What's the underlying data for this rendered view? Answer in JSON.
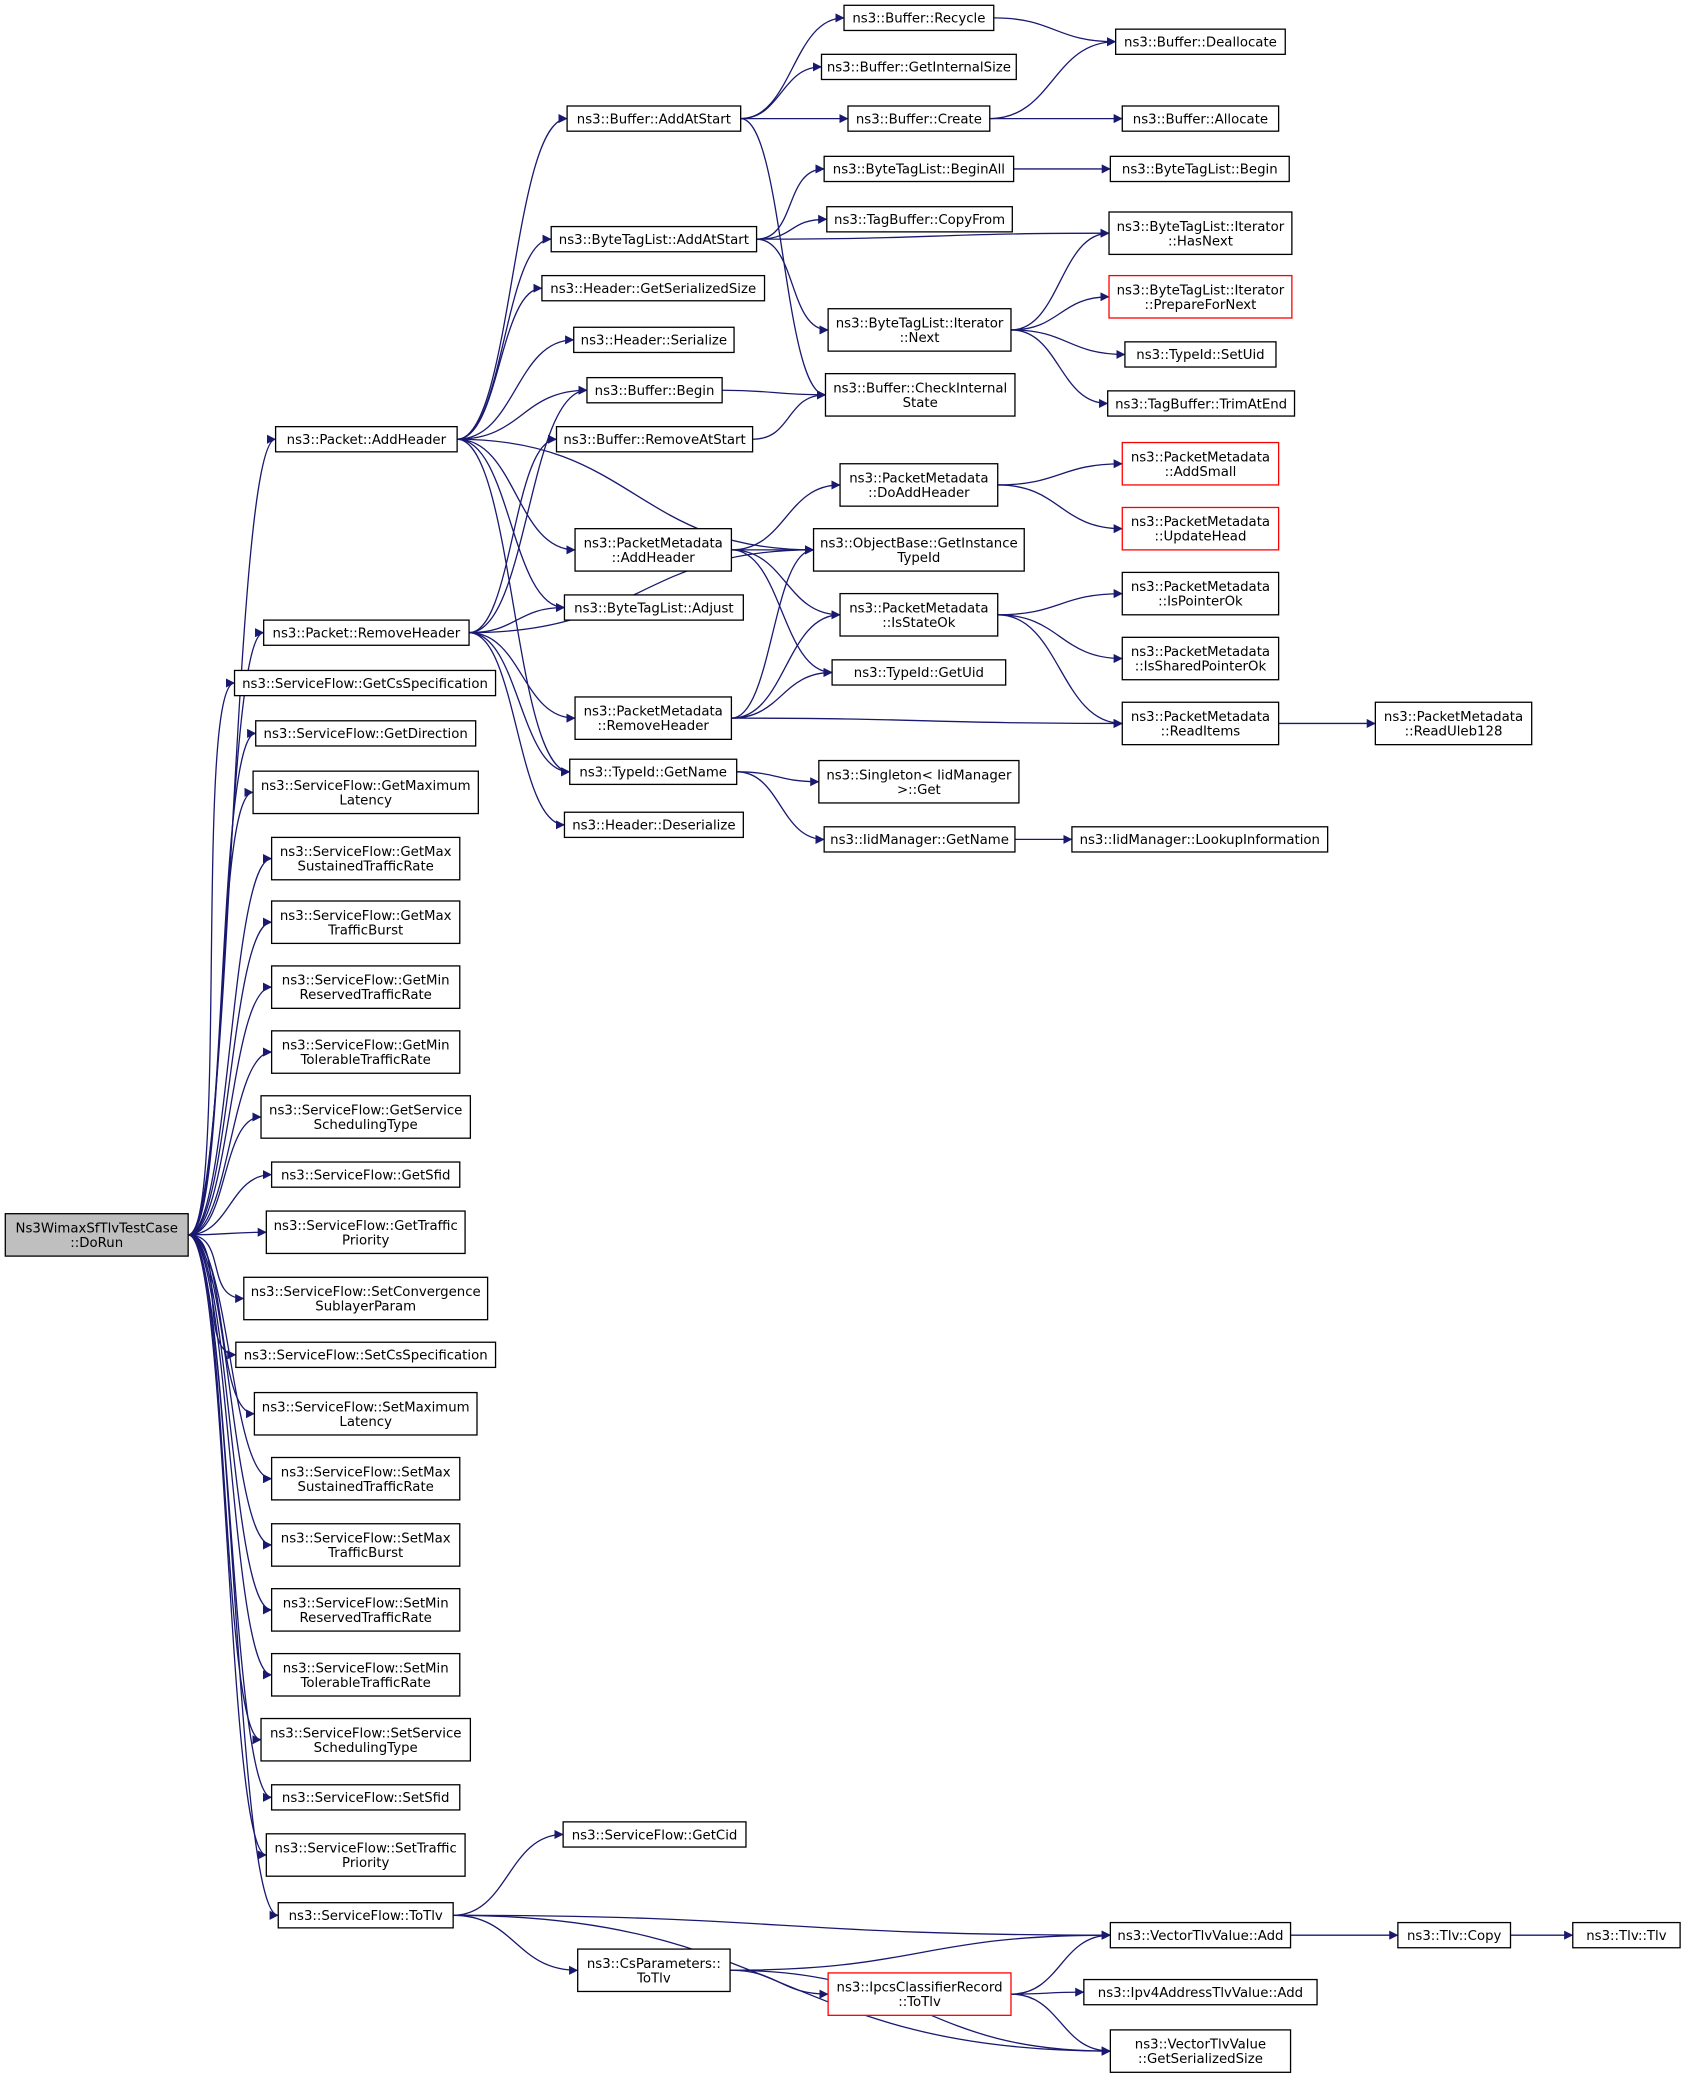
{
  "diagram": {
    "title": "",
    "colors": {
      "edge": "#191970",
      "node_border": "#000000",
      "node_border_incomplete": "#ff0000",
      "root_fill": "#bfbfbf",
      "node_fill": "#ffffff"
    },
    "nodes": [
      {
        "id": "root",
        "lines": [
          "Ns3WimaxSfTlvTestCase",
          "::DoRun"
        ],
        "style": "root"
      },
      {
        "id": "pkt_addheader",
        "lines": [
          "ns3::Packet::AddHeader"
        ]
      },
      {
        "id": "pkt_removeheader",
        "lines": [
          "ns3::Packet::RemoveHeader"
        ]
      },
      {
        "id": "sf_getcsspec",
        "lines": [
          "ns3::ServiceFlow::GetCsSpecification"
        ]
      },
      {
        "id": "sf_getdirection",
        "lines": [
          "ns3::ServiceFlow::GetDirection"
        ]
      },
      {
        "id": "sf_getmaxlat",
        "lines": [
          "ns3::ServiceFlow::GetMaximum",
          "Latency"
        ]
      },
      {
        "id": "sf_getmaxsus",
        "lines": [
          "ns3::ServiceFlow::GetMax",
          "SustainedTrafficRate"
        ]
      },
      {
        "id": "sf_getmaxburst",
        "lines": [
          "ns3::ServiceFlow::GetMax",
          "TrafficBurst"
        ]
      },
      {
        "id": "sf_getminres",
        "lines": [
          "ns3::ServiceFlow::GetMin",
          "ReservedTrafficRate"
        ]
      },
      {
        "id": "sf_getmintol",
        "lines": [
          "ns3::ServiceFlow::GetMin",
          "TolerableTrafficRate"
        ]
      },
      {
        "id": "sf_getsched",
        "lines": [
          "ns3::ServiceFlow::GetService",
          "SchedulingType"
        ]
      },
      {
        "id": "sf_getsfid",
        "lines": [
          "ns3::ServiceFlow::GetSfid"
        ]
      },
      {
        "id": "sf_getprio",
        "lines": [
          "ns3::ServiceFlow::GetTraffic",
          "Priority"
        ]
      },
      {
        "id": "sf_setconv",
        "lines": [
          "ns3::ServiceFlow::SetConvergence",
          "SublayerParam"
        ]
      },
      {
        "id": "sf_setcsspec",
        "lines": [
          "ns3::ServiceFlow::SetCsSpecification"
        ]
      },
      {
        "id": "sf_setmaxlat",
        "lines": [
          "ns3::ServiceFlow::SetMaximum",
          "Latency"
        ]
      },
      {
        "id": "sf_setmaxsus",
        "lines": [
          "ns3::ServiceFlow::SetMax",
          "SustainedTrafficRate"
        ]
      },
      {
        "id": "sf_setmaxburst",
        "lines": [
          "ns3::ServiceFlow::SetMax",
          "TrafficBurst"
        ]
      },
      {
        "id": "sf_setminres",
        "lines": [
          "ns3::ServiceFlow::SetMin",
          "ReservedTrafficRate"
        ]
      },
      {
        "id": "sf_setmintol",
        "lines": [
          "ns3::ServiceFlow::SetMin",
          "TolerableTrafficRate"
        ]
      },
      {
        "id": "sf_setsched",
        "lines": [
          "ns3::ServiceFlow::SetService",
          "SchedulingType"
        ]
      },
      {
        "id": "sf_setsfid",
        "lines": [
          "ns3::ServiceFlow::SetSfid"
        ]
      },
      {
        "id": "sf_setprio",
        "lines": [
          "ns3::ServiceFlow::SetTraffic",
          "Priority"
        ]
      },
      {
        "id": "sf_totlv",
        "lines": [
          "ns3::ServiceFlow::ToTlv"
        ]
      },
      {
        "id": "buf_addatstart",
        "lines": [
          "ns3::Buffer::AddAtStart"
        ]
      },
      {
        "id": "btl_addatstart",
        "lines": [
          "ns3::ByteTagList::AddAtStart"
        ]
      },
      {
        "id": "hdr_getsersize",
        "lines": [
          "ns3::Header::GetSerializedSize"
        ]
      },
      {
        "id": "hdr_serialize",
        "lines": [
          "ns3::Header::Serialize"
        ]
      },
      {
        "id": "buf_begin",
        "lines": [
          "ns3::Buffer::Begin"
        ]
      },
      {
        "id": "buf_removeatstart",
        "lines": [
          "ns3::Buffer::RemoveAtStart"
        ]
      },
      {
        "id": "pm_addheader",
        "lines": [
          "ns3::PacketMetadata",
          "::AddHeader"
        ]
      },
      {
        "id": "btl_adjust",
        "lines": [
          "ns3::ByteTagList::Adjust"
        ]
      },
      {
        "id": "pm_removeheader",
        "lines": [
          "ns3::PacketMetadata",
          "::RemoveHeader"
        ]
      },
      {
        "id": "typeid_getname",
        "lines": [
          "ns3::TypeId::GetName"
        ]
      },
      {
        "id": "hdr_deserialize",
        "lines": [
          "ns3::Header::Deserialize"
        ]
      },
      {
        "id": "sf_getcid",
        "lines": [
          "ns3::ServiceFlow::GetCid"
        ]
      },
      {
        "id": "csp_totlv",
        "lines": [
          "ns3::CsParameters::",
          "ToTlv"
        ]
      },
      {
        "id": "buf_recycle",
        "lines": [
          "ns3::Buffer::Recycle"
        ]
      },
      {
        "id": "buf_getinternalsize",
        "lines": [
          "ns3::Buffer::GetInternalSize"
        ]
      },
      {
        "id": "buf_create",
        "lines": [
          "ns3::Buffer::Create"
        ]
      },
      {
        "id": "btl_beginall",
        "lines": [
          "ns3::ByteTagList::BeginAll"
        ]
      },
      {
        "id": "tagbuf_copyfrom",
        "lines": [
          "ns3::TagBuffer::CopyFrom"
        ]
      },
      {
        "id": "btli_next",
        "lines": [
          "ns3::ByteTagList::Iterator",
          "::Next"
        ]
      },
      {
        "id": "buf_checkinternal",
        "lines": [
          "ns3::Buffer::CheckInternal",
          "State"
        ]
      },
      {
        "id": "pm_doaddheader",
        "lines": [
          "ns3::PacketMetadata",
          "::DoAddHeader"
        ]
      },
      {
        "id": "ob_getinstancetypeid",
        "lines": [
          "ns3::ObjectBase::GetInstance",
          "TypeId"
        ]
      },
      {
        "id": "pm_isstateok",
        "lines": [
          "ns3::PacketMetadata",
          "::IsStateOk"
        ]
      },
      {
        "id": "typeid_getuid",
        "lines": [
          "ns3::TypeId::GetUid"
        ]
      },
      {
        "id": "singleton_get",
        "lines": [
          "ns3::Singleton< IidManager",
          ">::Get"
        ]
      },
      {
        "id": "iid_getname",
        "lines": [
          "ns3::IidManager::GetName"
        ]
      },
      {
        "id": "ipcs_totlv",
        "lines": [
          "ns3::IpcsClassifierRecord",
          "::ToTlv"
        ],
        "style": "red"
      },
      {
        "id": "buf_deallocate",
        "lines": [
          "ns3::Buffer::Deallocate"
        ]
      },
      {
        "id": "buf_allocate",
        "lines": [
          "ns3::Buffer::Allocate"
        ]
      },
      {
        "id": "btl_begin",
        "lines": [
          "ns3::ByteTagList::Begin"
        ]
      },
      {
        "id": "btli_hasnext",
        "lines": [
          "ns3::ByteTagList::Iterator",
          "::HasNext"
        ]
      },
      {
        "id": "btli_preparefornext",
        "lines": [
          "ns3::ByteTagList::Iterator",
          "::PrepareForNext"
        ],
        "style": "red"
      },
      {
        "id": "typeid_setuid",
        "lines": [
          "ns3::TypeId::SetUid"
        ]
      },
      {
        "id": "tagbuf_trimatend",
        "lines": [
          "ns3::TagBuffer::TrimAtEnd"
        ]
      },
      {
        "id": "pm_addsmall",
        "lines": [
          "ns3::PacketMetadata",
          "::AddSmall"
        ],
        "style": "red"
      },
      {
        "id": "pm_updatehead",
        "lines": [
          "ns3::PacketMetadata",
          "::UpdateHead"
        ],
        "style": "red"
      },
      {
        "id": "pm_ispointerok",
        "lines": [
          "ns3::PacketMetadata",
          "::IsPointerOk"
        ]
      },
      {
        "id": "pm_issharedpointerok",
        "lines": [
          "ns3::PacketMetadata",
          "::IsSharedPointerOk"
        ]
      },
      {
        "id": "pm_readitems",
        "lines": [
          "ns3::PacketMetadata",
          "::ReadItems"
        ]
      },
      {
        "id": "iid_lookupinfo",
        "lines": [
          "ns3::IidManager::LookupInformation"
        ]
      },
      {
        "id": "vtlv_add",
        "lines": [
          "ns3::VectorTlvValue::Add"
        ]
      },
      {
        "id": "ipv4tlv_add",
        "lines": [
          "ns3::Ipv4AddressTlvValue::Add"
        ]
      },
      {
        "id": "vtlv_getsersize",
        "lines": [
          "ns3::VectorTlvValue",
          "::GetSerializedSize"
        ]
      },
      {
        "id": "pm_readuleb128",
        "lines": [
          "ns3::PacketMetadata",
          "::ReadUleb128"
        ]
      },
      {
        "id": "tlv_copy",
        "lines": [
          "ns3::Tlv::Copy"
        ]
      },
      {
        "id": "tlv_tlv",
        "lines": [
          "ns3::Tlv::Tlv"
        ]
      }
    ],
    "edges": [
      [
        "root",
        "pkt_addheader"
      ],
      [
        "root",
        "pkt_removeheader"
      ],
      [
        "root",
        "sf_getcsspec"
      ],
      [
        "root",
        "sf_getdirection"
      ],
      [
        "root",
        "sf_getmaxlat"
      ],
      [
        "root",
        "sf_getmaxsus"
      ],
      [
        "root",
        "sf_getmaxburst"
      ],
      [
        "root",
        "sf_getminres"
      ],
      [
        "root",
        "sf_getmintol"
      ],
      [
        "root",
        "sf_getsched"
      ],
      [
        "root",
        "sf_getsfid"
      ],
      [
        "root",
        "sf_getprio"
      ],
      [
        "root",
        "sf_setconv"
      ],
      [
        "root",
        "sf_setcsspec"
      ],
      [
        "root",
        "sf_setmaxlat"
      ],
      [
        "root",
        "sf_setmaxsus"
      ],
      [
        "root",
        "sf_setmaxburst"
      ],
      [
        "root",
        "sf_setminres"
      ],
      [
        "root",
        "sf_setmintol"
      ],
      [
        "root",
        "sf_setsched"
      ],
      [
        "root",
        "sf_setsfid"
      ],
      [
        "root",
        "sf_setprio"
      ],
      [
        "root",
        "sf_totlv"
      ],
      [
        "pkt_addheader",
        "buf_addatstart"
      ],
      [
        "pkt_addheader",
        "btl_addatstart"
      ],
      [
        "pkt_addheader",
        "hdr_getsersize"
      ],
      [
        "pkt_addheader",
        "hdr_serialize"
      ],
      [
        "pkt_addheader",
        "buf_begin"
      ],
      [
        "pkt_addheader",
        "pm_addheader"
      ],
      [
        "pkt_addheader",
        "btl_adjust"
      ],
      [
        "pkt_addheader",
        "ob_getinstancetypeid"
      ],
      [
        "pkt_addheader",
        "typeid_getname"
      ],
      [
        "pkt_removeheader",
        "buf_begin"
      ],
      [
        "pkt_removeheader",
        "buf_removeatstart"
      ],
      [
        "pkt_removeheader",
        "btl_adjust"
      ],
      [
        "pkt_removeheader",
        "pm_removeheader"
      ],
      [
        "pkt_removeheader",
        "ob_getinstancetypeid"
      ],
      [
        "pkt_removeheader",
        "typeid_getname"
      ],
      [
        "pkt_removeheader",
        "hdr_deserialize"
      ],
      [
        "buf_addatstart",
        "buf_recycle"
      ],
      [
        "buf_addatstart",
        "buf_getinternalsize"
      ],
      [
        "buf_addatstart",
        "buf_create"
      ],
      [
        "buf_addatstart",
        "buf_checkinternal"
      ],
      [
        "buf_recycle",
        "buf_deallocate"
      ],
      [
        "buf_create",
        "buf_deallocate"
      ],
      [
        "buf_create",
        "buf_allocate"
      ],
      [
        "btl_addatstart",
        "btl_beginall"
      ],
      [
        "btl_addatstart",
        "tagbuf_copyfrom"
      ],
      [
        "btl_addatstart",
        "btli_hasnext"
      ],
      [
        "btl_addatstart",
        "btli_next"
      ],
      [
        "btl_beginall",
        "btl_begin"
      ],
      [
        "btli_next",
        "btli_hasnext"
      ],
      [
        "btli_next",
        "btli_preparefornext"
      ],
      [
        "btli_next",
        "typeid_setuid"
      ],
      [
        "btli_next",
        "tagbuf_trimatend"
      ],
      [
        "buf_begin",
        "buf_checkinternal"
      ],
      [
        "buf_removeatstart",
        "buf_checkinternal"
      ],
      [
        "pm_addheader",
        "pm_doaddheader"
      ],
      [
        "pm_addheader",
        "ob_getinstancetypeid"
      ],
      [
        "pm_addheader",
        "pm_isstateok"
      ],
      [
        "pm_addheader",
        "typeid_getuid"
      ],
      [
        "pm_doaddheader",
        "pm_addsmall"
      ],
      [
        "pm_doaddheader",
        "pm_updatehead"
      ],
      [
        "pm_removeheader",
        "ob_getinstancetypeid"
      ],
      [
        "pm_removeheader",
        "pm_isstateok"
      ],
      [
        "pm_removeheader",
        "typeid_getuid"
      ],
      [
        "pm_removeheader",
        "pm_readitems"
      ],
      [
        "pm_isstateok",
        "pm_ispointerok"
      ],
      [
        "pm_isstateok",
        "pm_issharedpointerok"
      ],
      [
        "pm_isstateok",
        "pm_readitems"
      ],
      [
        "pm_readitems",
        "pm_readuleb128"
      ],
      [
        "typeid_getname",
        "singleton_get"
      ],
      [
        "typeid_getname",
        "iid_getname"
      ],
      [
        "iid_getname",
        "iid_lookupinfo"
      ],
      [
        "sf_totlv",
        "sf_getcid"
      ],
      [
        "sf_totlv",
        "vtlv_add"
      ],
      [
        "sf_totlv",
        "csp_totlv"
      ],
      [
        "sf_totlv",
        "vtlv_getsersize"
      ],
      [
        "csp_totlv",
        "vtlv_add"
      ],
      [
        "csp_totlv",
        "ipcs_totlv"
      ],
      [
        "csp_totlv",
        "vtlv_getsersize"
      ],
      [
        "ipcs_totlv",
        "vtlv_add"
      ],
      [
        "ipcs_totlv",
        "ipv4tlv_add"
      ],
      [
        "ipcs_totlv",
        "vtlv_getsersize"
      ],
      [
        "vtlv_add",
        "tlv_copy"
      ],
      [
        "tlv_copy",
        "tlv_tlv"
      ]
    ]
  }
}
